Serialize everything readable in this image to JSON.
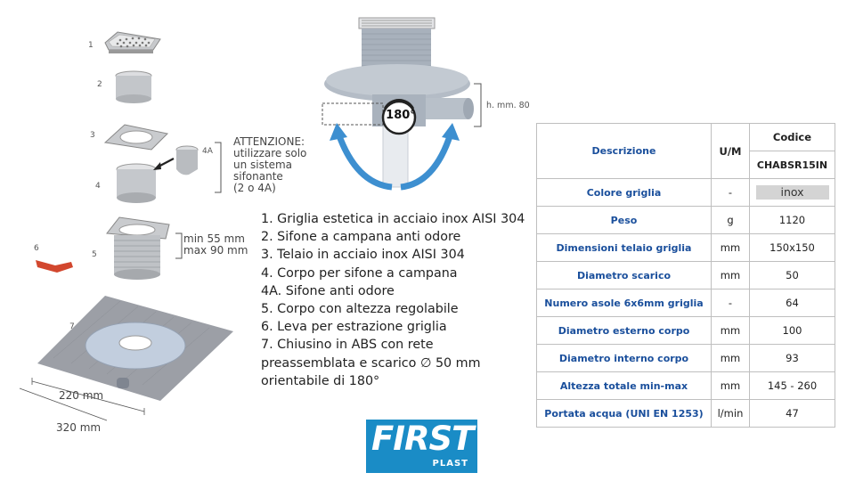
{
  "exploded_view": {
    "labels": [
      "1",
      "2",
      "3",
      "4A",
      "4",
      "5",
      "6",
      "7"
    ],
    "warning_lines": [
      "ATTENZIONE:",
      "utilizzare solo",
      "un sistema",
      "sifonante",
      "(2 o 4A)"
    ],
    "height_range_lines": [
      "min 55 mm",
      "max 90 mm"
    ],
    "dim_220": "220 mm",
    "dim_320": "320 mm"
  },
  "product_view": {
    "height_label": "h. mm. 80",
    "rotation_label": "180°"
  },
  "parts_list": [
    "1.   Griglia estetica in acciaio inox AISI 304",
    "2.  Sifone a campana anti odore",
    "3.  Telaio in acciaio inox AISI 304",
    "4.  Corpo per sifone a campana",
    "4A. Sifone anti odore",
    "5.  Corpo con altezza regolabile",
    "6.  Leva per estrazione griglia",
    "7.  Chiusino in ABS con rete preassemblata e scarico ∅ 50 mm orientabile di 180°"
  ],
  "spec_table": {
    "header": {
      "descrizione": "Descrizione",
      "um": "U/M",
      "codice": "Codice",
      "code": "CHABSR15IN"
    },
    "rows": [
      {
        "label": "Colore griglia",
        "um": "-",
        "value": "inox"
      },
      {
        "label": "Peso",
        "um": "g",
        "value": "1120"
      },
      {
        "label": "Dimensioni telaio griglia",
        "um": "mm",
        "value": "150x150"
      },
      {
        "label": "Diametro scarico",
        "um": "mm",
        "value": "50"
      },
      {
        "label": "Numero asole 6x6mm griglia",
        "um": "-",
        "value": "64"
      },
      {
        "label": "Diametro esterno corpo",
        "um": "mm",
        "value": "100"
      },
      {
        "label": "Diametro interno corpo",
        "um": "mm",
        "value": "93"
      },
      {
        "label": "Altezza totale min-max",
        "um": "mm",
        "value": "145 - 260"
      },
      {
        "label": "Portata acqua (UNI EN 1253)",
        "um": "l/min",
        "value": "47"
      }
    ]
  },
  "logo": {
    "name": "FIRST",
    "sub": "PLAST"
  },
  "colors": {
    "label_blue": "#1a4f9c",
    "logo_blue": "#1a8cc6",
    "arrow_blue": "#3d8fd0",
    "metal": "#b8bcc2"
  }
}
